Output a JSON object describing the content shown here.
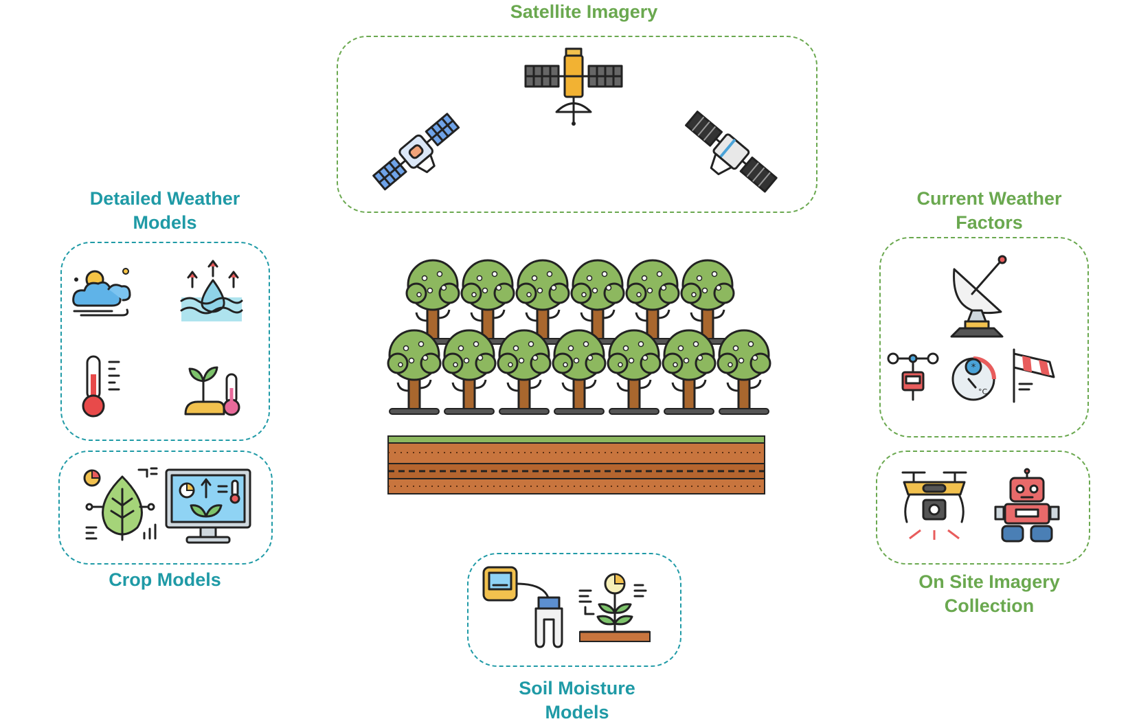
{
  "labels": {
    "satellite": "Satellite Imagery",
    "detailed_weather_1": "Detailed Weather",
    "detailed_weather_2": "Models",
    "crop": "Crop Models",
    "current_weather_1": "Current Weather",
    "current_weather_2": "Factors",
    "onsite_1": "On Site Imagery",
    "onsite_2": "Collection",
    "soil_1": "Soil Moisture",
    "soil_2": "Models"
  },
  "colors": {
    "green_group": "#6aa84f",
    "teal_group": "#1f9aa6",
    "tree_leaves": "#8db85f",
    "trunk": "#a9672e",
    "soil": "#c8753e"
  },
  "icons": {
    "satellite_box": [
      "satellite-blue-icon",
      "satellite-yellow-icon",
      "satellite-dark-icon"
    ],
    "detailed_weather_box": [
      "cloud-sun-icon",
      "water-evaporation-icon",
      "thermometer-icon",
      "plant-temperature-icon"
    ],
    "crop_box": [
      "leaf-analysis-icon",
      "monitor-plant-icon"
    ],
    "current_weather_box": [
      "satellite-dish-icon",
      "anemometer-icon",
      "temperature-gauge-icon",
      "windsock-icon"
    ],
    "onsite_box": [
      "drone-icon",
      "robot-icon"
    ],
    "soil_box": [
      "soil-moisture-sensor-icon",
      "plant-growth-icon"
    ],
    "center": [
      "orchard-field-icon"
    ]
  }
}
